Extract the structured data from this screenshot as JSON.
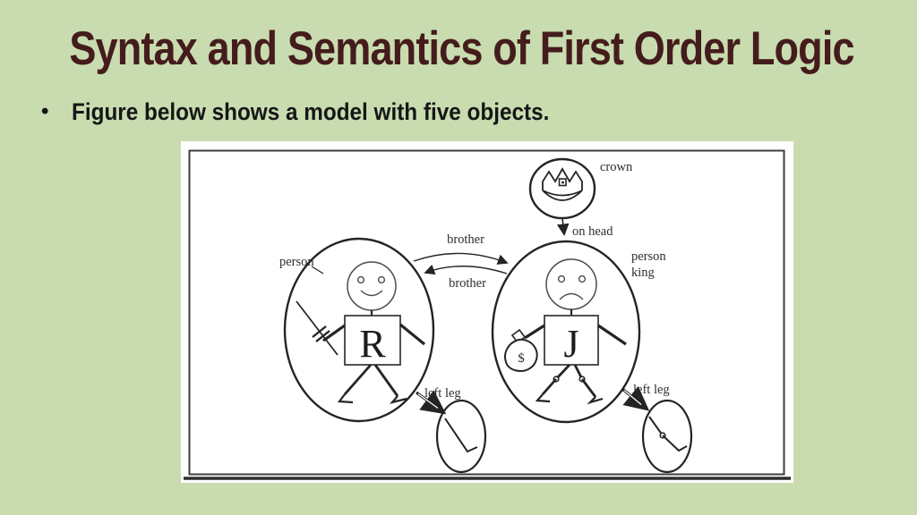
{
  "slide": {
    "title": "Syntax and Semantics of First Order Logic",
    "bullet_glyph": "•",
    "bullet": "Figure below shows a model with five objects.",
    "colors": {
      "background": "#c8dcb0",
      "title_text": "#451c1c",
      "body_text": "#161616",
      "figure_background": "#ffffff",
      "figure_ink": "#242424"
    }
  },
  "figure": {
    "labels": {
      "crown": "crown",
      "on_head": "on head",
      "person_left": "person",
      "person_king_line1": "person",
      "person_king_line2": "king",
      "brother_top": "brother",
      "brother_bottom": "brother",
      "left_leg_left": "left leg",
      "left_leg_right": "left leg"
    },
    "objects": {
      "richard_initial": "R",
      "john_initial": "J",
      "money_symbol": "$"
    }
  }
}
